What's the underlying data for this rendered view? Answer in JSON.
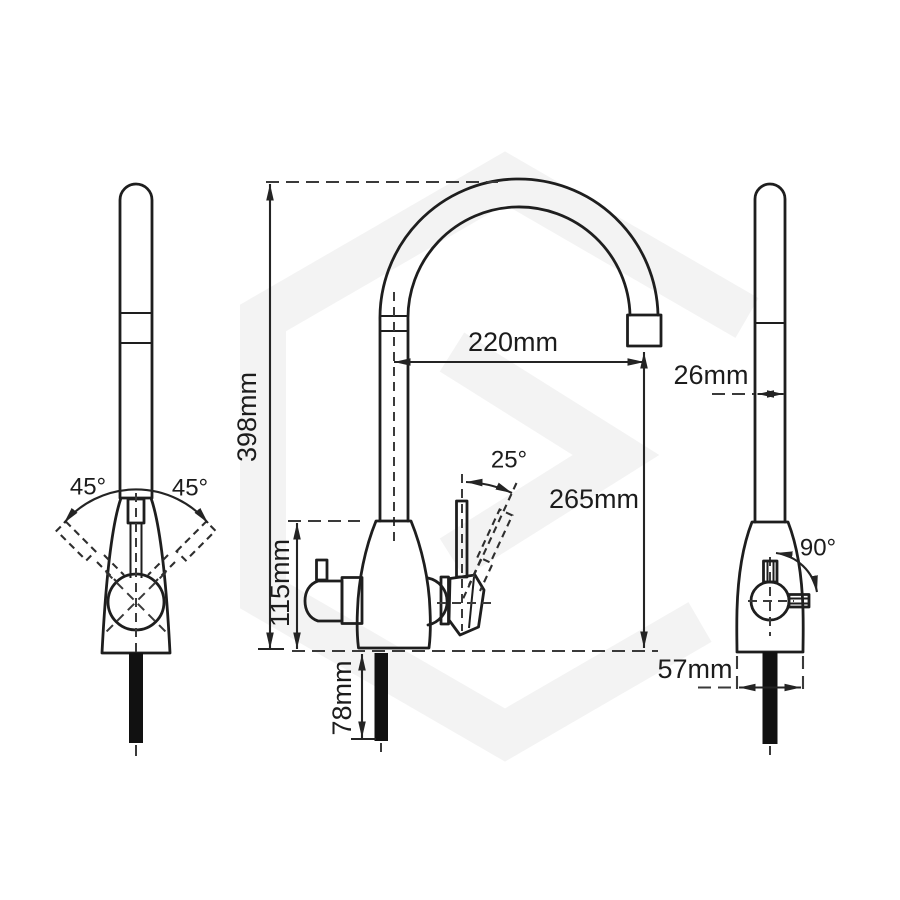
{
  "style": {
    "background": "#ffffff",
    "line_color": "#1e1e1e",
    "dashed_line_color": "#3a3a3a",
    "watermark_color": "#f3f3f3",
    "shank_fill_color": "#111111"
  },
  "front_view": {
    "label_swing_left": "45°",
    "label_swing_right": "45°"
  },
  "side_view": {
    "label_total_height": "398mm",
    "label_spout_reach": "220mm",
    "label_spout_height": "265mm",
    "label_body_height": "115mm",
    "label_shank_length": "78mm",
    "label_handle_angle": "25°"
  },
  "profile_view": {
    "label_spout_diameter": "26mm",
    "label_handle_swing": "90°",
    "label_base_width": "57mm"
  }
}
